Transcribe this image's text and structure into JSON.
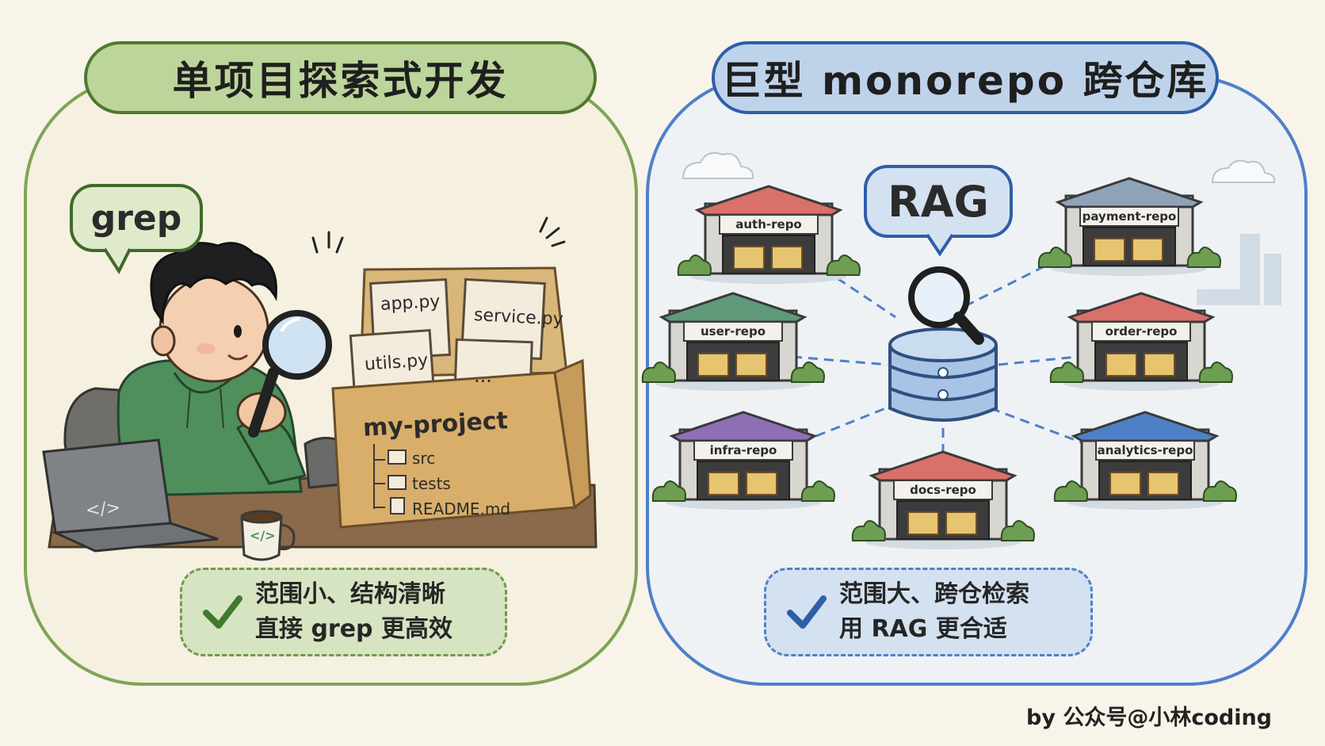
{
  "left_panel": {
    "title": "单项目探索式开发",
    "bubble": "grep",
    "files": [
      "app.py",
      "service.py",
      "utils.py",
      "..."
    ],
    "folder_name": "my-project",
    "tree": [
      "src",
      "tests",
      "README.md"
    ],
    "laptop_symbol": "</>",
    "mug_symbol": "</>",
    "note_lines": [
      "范围小、结构清晰",
      "直接 grep 更高效"
    ]
  },
  "right_panel": {
    "title": "巨型 monorepo 跨仓库",
    "bubble": "RAG",
    "repos": [
      "auth-repo",
      "payment-repo",
      "user-repo",
      "order-repo",
      "infra-repo",
      "analytics-repo",
      "docs-repo"
    ],
    "note_lines": [
      "范围大、跨仓检索",
      "用 RAG 更合适"
    ]
  },
  "credit": "by 公众号@小林coding",
  "colors": {
    "left_accent": "#7fa456",
    "right_accent": "#4f80c7",
    "repo_roofs": [
      "#d9716a",
      "#8fa3b8",
      "#5f9a7a",
      "#d9716a",
      "#8e6fb4",
      "#4f80c7",
      "#d9716a"
    ]
  },
  "icons": [
    "check-icon",
    "magnifier-icon",
    "database-icon",
    "cloud-icon",
    "bush-icon",
    "folder-icon",
    "file-icon"
  ]
}
